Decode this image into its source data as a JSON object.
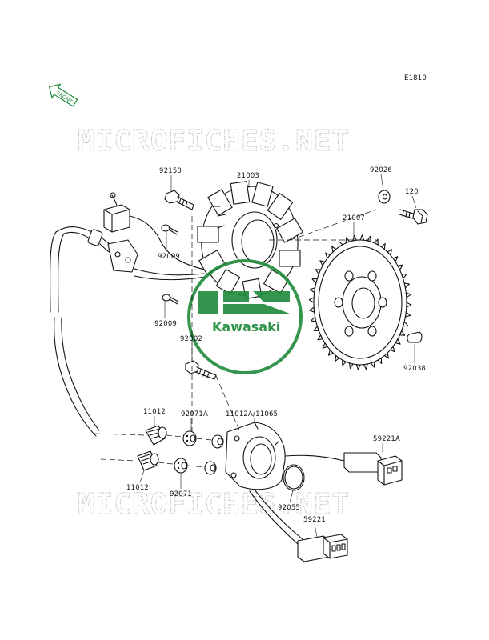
{
  "diagram_code": "E1810",
  "front_label": "FRONT",
  "watermark_text": "MICROFICHES.NET",
  "brand_text": "Kawasaki",
  "colors": {
    "brand_green": "#1f8a3b",
    "watermark": "#c9c9c9",
    "line": "#111111"
  },
  "parts": {
    "p92150": "92150",
    "p21003": "21003",
    "p92026": "92026",
    "p120": "120",
    "p21007": "21007",
    "p92009a": "92009",
    "p92009b": "92009",
    "p92002": "92002",
    "p92038": "92038",
    "p11012a": "11012",
    "p92071a": "92071A",
    "p11012_11065": "11012A/11065",
    "p59221a": "59221A",
    "p11012b": "11012",
    "p92071": "92071",
    "p92055": "92055",
    "p59221": "59221"
  }
}
